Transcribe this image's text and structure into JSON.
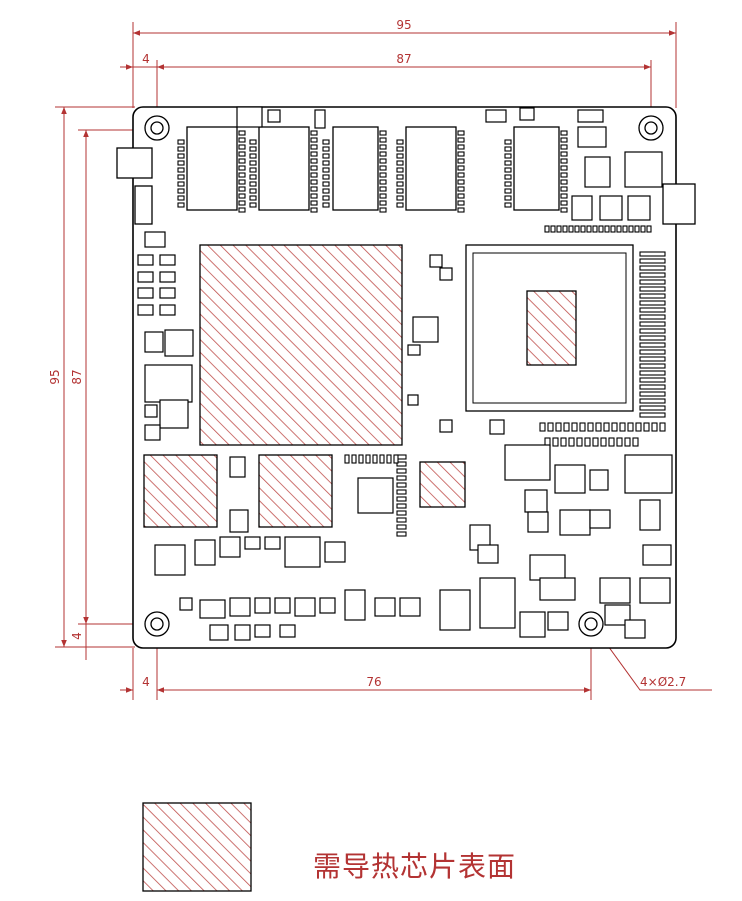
{
  "dimensions": {
    "top_total": "95",
    "top_inner": "87",
    "top_offset": "4",
    "left_total": "95",
    "left_inner": "87",
    "left_offset": "4",
    "bottom_offset": "4",
    "bottom_span": "76",
    "hole_callout": "4×Ø2.7"
  },
  "legend": {
    "label": "需导热芯片表面"
  },
  "colors": {
    "dimension": "#b33333",
    "board_line": "#000000",
    "hatch": "#c0504d"
  }
}
